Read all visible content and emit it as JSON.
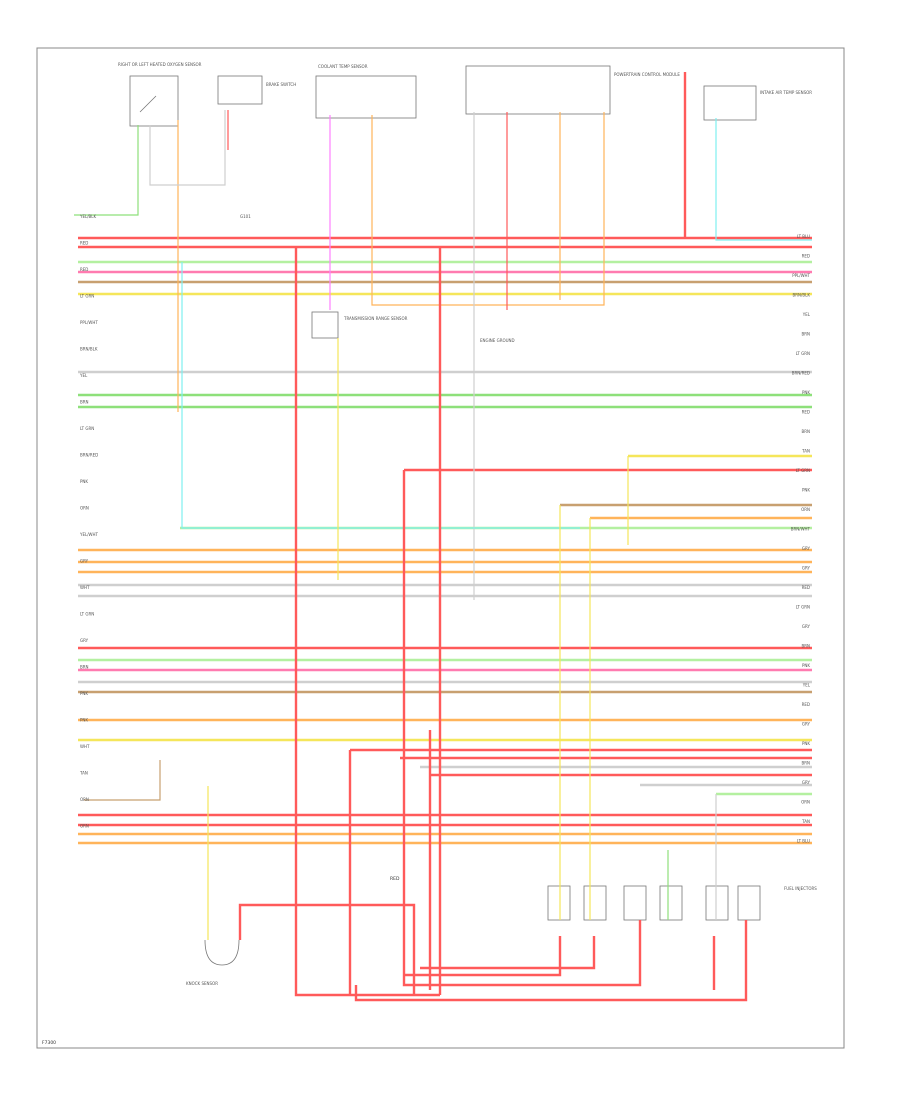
{
  "diagram": {
    "code": "F7300",
    "colors": {
      "red": "#ff5a5a",
      "pink": "#ff7bb0",
      "orange": "#ffb45a",
      "yellow": "#f5e65a",
      "green": "#8ee07a",
      "lightgreen": "#b4f0a0",
      "cyan": "#7ef0f0",
      "gray": "#cfcfcf",
      "magenta": "#ff80ff",
      "brown": "#c8a070"
    },
    "components": {
      "oxygen_sensor_left": "RIGHT OR LEFT HEATED OXYGEN SENSOR",
      "switch_top": "BRAKE SWITCH",
      "temp_sensor": "COOLANT TEMP SENSOR",
      "module_top_right": "POWERTRAIN CONTROL MODULE",
      "iat_sensor": "INTAKE AIR TEMP SENSOR",
      "ground_label": "G101",
      "transmission_sensor": "TRANSMISSION RANGE SENSOR",
      "engine_ground": "ENGINE GROUND",
      "knock_sensor": "KNOCK SENSOR",
      "fuel_injectors": "FUEL INJECTORS",
      "red_label": "RED"
    },
    "wire_labels_left": [
      "YEL/BLK",
      "RED",
      "RED",
      "LT GRN",
      "PPL/WHT",
      "BRN/BLK",
      "YEL",
      "BRN",
      "LT GRN",
      "BRN/RED",
      "PNK",
      "ORN",
      "YEL/WHT",
      "GRY",
      "WHT",
      "LT GRN",
      "GRY",
      "BRN",
      "PNK",
      "PNK",
      "WHT",
      "TAN",
      "ORN",
      "ORN"
    ],
    "wire_labels_right": [
      "LT BLU",
      "RED",
      "PPL/WHT",
      "BRN/BLK",
      "YEL",
      "BRN",
      "LT GRN",
      "BRN/RED",
      "PNK",
      "RED",
      "BRN",
      "TAN",
      "LT GRN",
      "PNK",
      "ORN",
      "BRN/WHT",
      "GRY",
      "GRY",
      "RED",
      "LT GRN",
      "GRY",
      "BRN",
      "PNK",
      "YEL",
      "RED",
      "GRY",
      "PNK",
      "BRN",
      "GRY",
      "ORN",
      "TAN",
      "LT BLU"
    ]
  }
}
